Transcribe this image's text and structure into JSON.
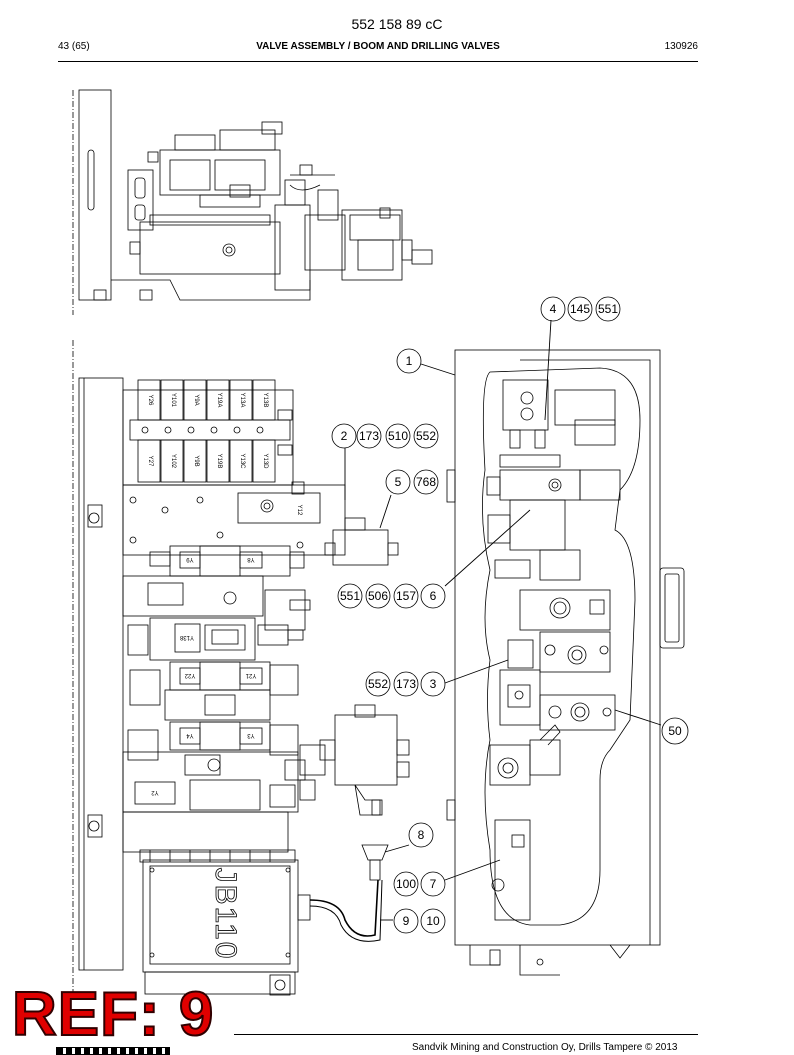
{
  "header": {
    "document_number": "552 158 89 cC",
    "page": "43 (65)",
    "title": "VALVE ASSEMBLY / BOOM AND DRILLING VALVES",
    "date": "130926"
  },
  "callouts": {
    "c1": [
      "1"
    ],
    "c2": [
      "2",
      "173",
      "510",
      "552"
    ],
    "c3": [
      "552",
      "173",
      "3"
    ],
    "c4": [
      "4",
      "145",
      "551"
    ],
    "c5": [
      "5",
      "768"
    ],
    "c6": [
      "551",
      "506",
      "157",
      "6"
    ],
    "c7": [
      "100",
      "7"
    ],
    "c8": [
      "8"
    ],
    "c9": [
      "9",
      "10"
    ],
    "c50": [
      "50"
    ]
  },
  "component_labels": {
    "junction_box": "JB110",
    "coils_top": [
      "Y26",
      "Y101",
      "Y9A",
      "Y19A",
      "Y13A",
      "Y13B"
    ],
    "coils_bottom": [
      "Y27",
      "Y102",
      "Y9B",
      "Y19B",
      "Y13C",
      "Y13D"
    ],
    "y12": "Y12",
    "y8": "Y8",
    "y9": "Y9",
    "y138": "Y138",
    "y22": "Y22",
    "y21": "Y21",
    "y4": "Y4",
    "y3": "Y3",
    "y2": "Y2"
  },
  "stamp": {
    "text": "REF: 9"
  },
  "footer": {
    "text": "Sandvik Mining and Construction Oy, Drills Tampere © 2013"
  }
}
